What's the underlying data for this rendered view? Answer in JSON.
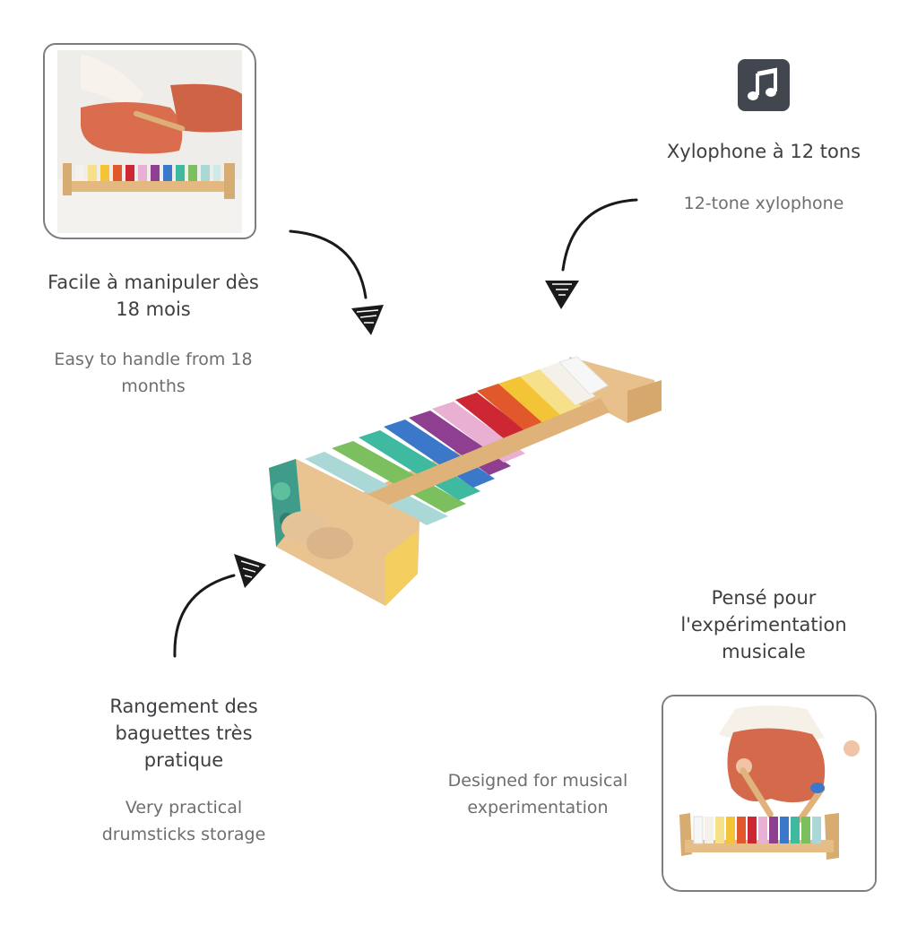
{
  "features": {
    "handle": {
      "title": "Facile à manipuler dès 18 mois",
      "subtitle": "Easy to handle from 18 months"
    },
    "tones": {
      "title": "Xylophone à 12 tons",
      "subtitle": "12-tone xylophone",
      "icon": "music-note-icon"
    },
    "storage": {
      "title": "Rangement des baguettes très pratique",
      "subtitle": "Very practical drumsticks storage"
    },
    "experiment": {
      "title": "Pensé pour l'expérimentation musicale",
      "subtitle": "Designed for musical experimentation"
    }
  },
  "colors": {
    "bars": [
      "#a9d8d6",
      "#7bbf5f",
      "#3fb9a0",
      "#3b78c9",
      "#8f3f8f",
      "#e9b0d4",
      "#cc2733",
      "#e0582b",
      "#f4c437",
      "#f6e089",
      "#f4f1ea",
      "#f7f7f7"
    ],
    "wood": "#e8c08a",
    "icon_bg": "#41464f",
    "arrow": "#1a1a1a"
  }
}
